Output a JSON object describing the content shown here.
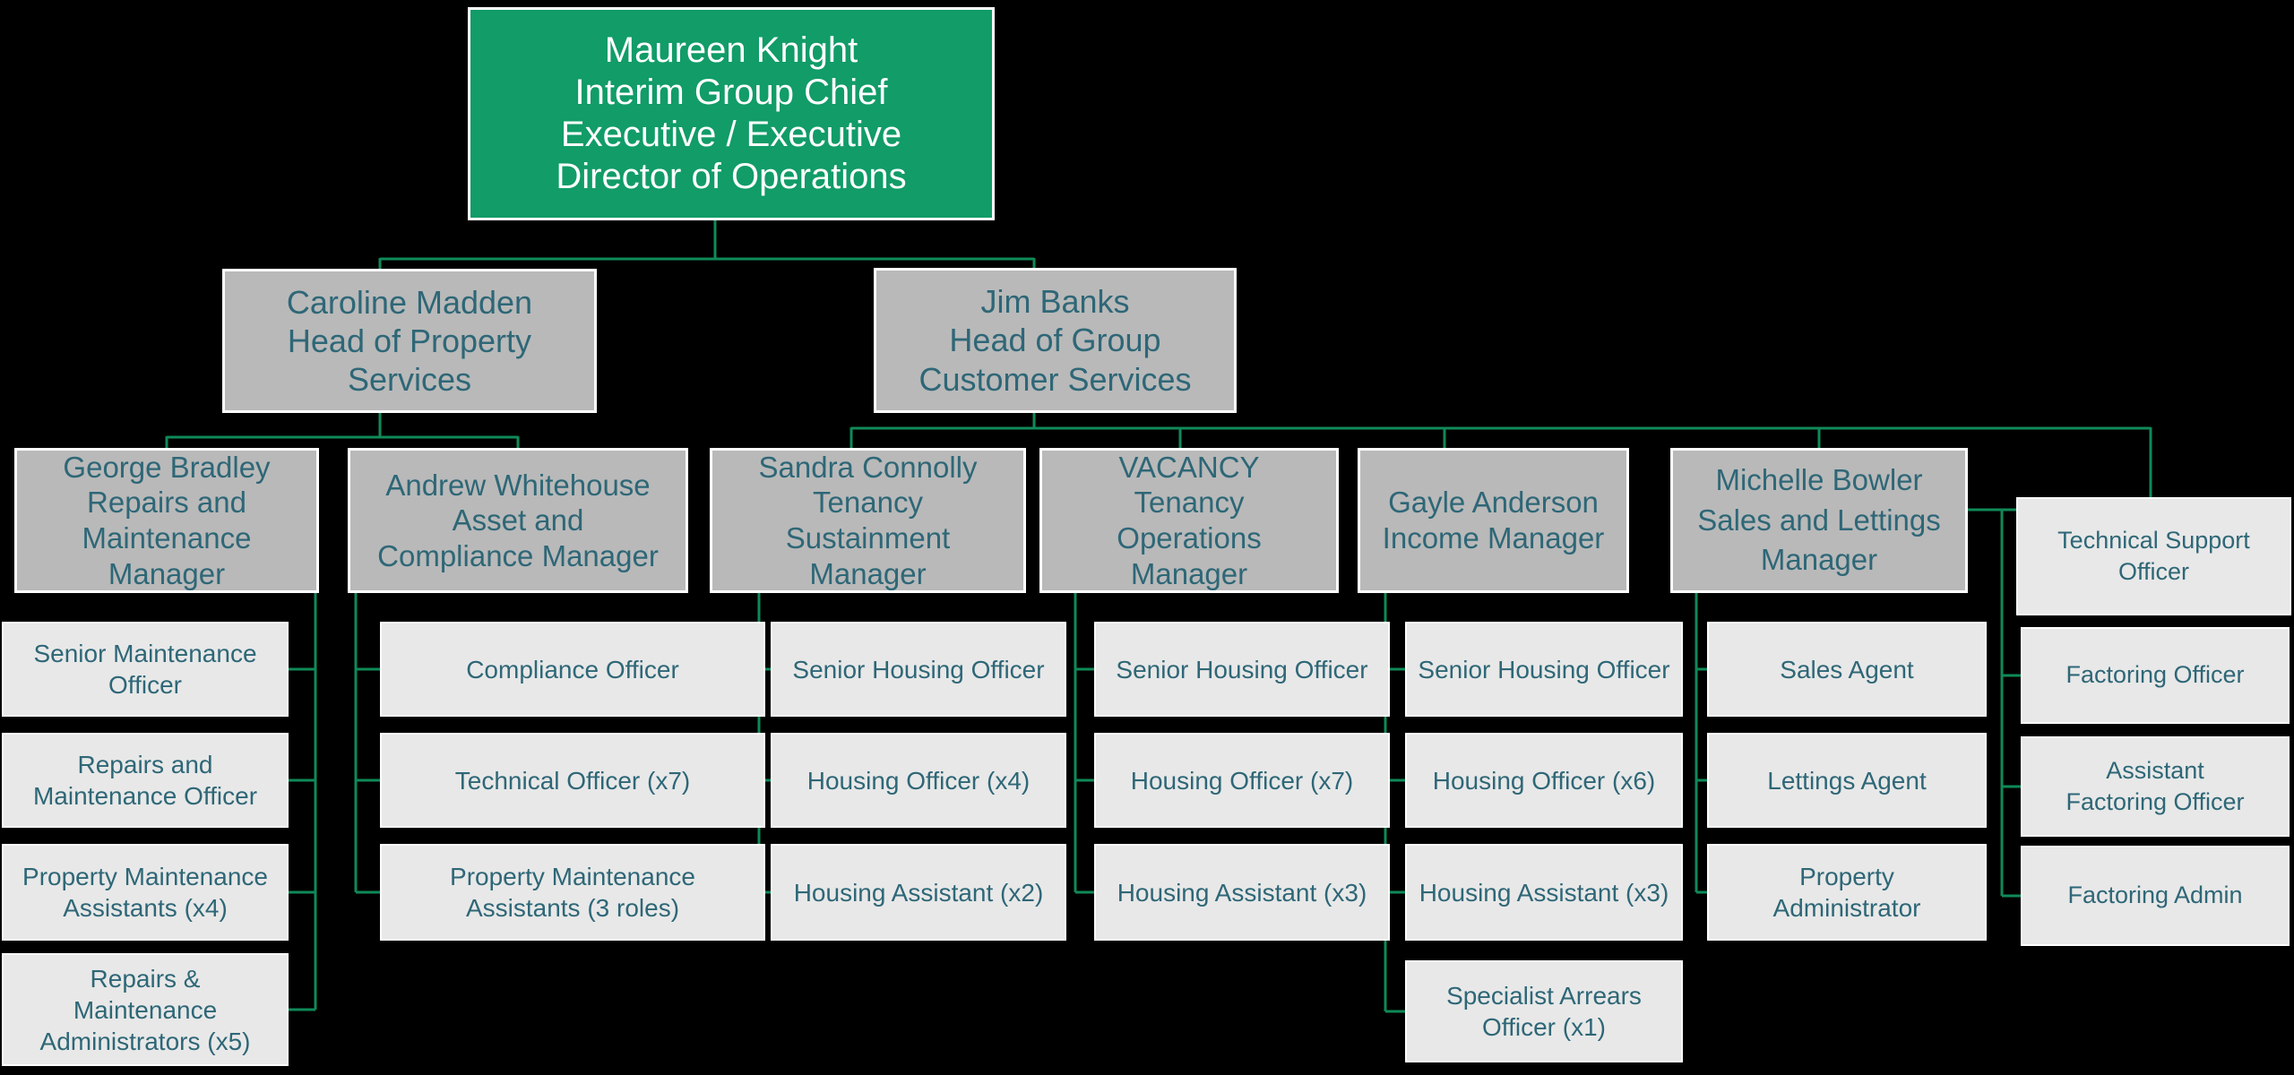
{
  "colors": {
    "background": "#000000",
    "executive_green": "#119c68",
    "connector_green": "#0f8a58",
    "manager_gray": "#b9b9b9",
    "staff_gray": "#e8e8e8",
    "text_teal": "#2e6777",
    "box_border": "#ffffff"
  },
  "nodes": {
    "maureen": "Maureen Knight\nInterim Group Chief\nExecutive / Executive\nDirector of Operations",
    "caroline": "Caroline Madden\nHead of Property\nServices",
    "jim": "Jim Banks\nHead of Group\nCustomer Services",
    "george": "George Bradley\nRepairs and\nMaintenance\nManager",
    "andrew": "Andrew Whitehouse\nAsset and\nCompliance Manager",
    "sandra": "Sandra Connolly\nTenancy\nSustainment\nManager",
    "vacancy": "VACANCY\nTenancy\nOperations\nManager",
    "gayle": "Gayle Anderson\nIncome Manager",
    "michelle": "Michelle Bowler\nSales and Lettings\nManager",
    "tech_support_officer": "Technical Support\nOfficer",
    "senior_maintenance_officer": "Senior Maintenance\nOfficer",
    "repairs_maintenance_officer": "Repairs and\nMaintenance Officer",
    "property_maintenance_assistants_x4": "Property Maintenance\nAssistants (x4)",
    "repairs_maintenance_administrators_x5": "Repairs &\nMaintenance\nAdministrators (x5)",
    "compliance_officer": "Compliance Officer",
    "technical_officer_x7": "Technical Officer (x7)",
    "property_maintenance_assistants_3_roles": "Property Maintenance\nAssistants (3 roles)",
    "senior_housing_officer_1": "Senior Housing Officer",
    "housing_officer_x4": "Housing Officer (x4)",
    "housing_assistant_x2": "Housing Assistant (x2)",
    "senior_housing_officer_2": "Senior Housing Officer",
    "housing_officer_x7": "Housing Officer (x7)",
    "housing_assistant_x3_tenancy": "Housing Assistant (x3)",
    "senior_housing_officer_3": "Senior Housing Officer",
    "housing_officer_x6": "Housing Officer (x6)",
    "housing_assistant_x3_income": "Housing Assistant (x3)",
    "specialist_arrears_officer_x1": "Specialist Arrears\nOfficer (x1)",
    "sales_agent": "Sales Agent",
    "lettings_agent": "Lettings Agent",
    "property_administrator": "Property\nAdministrator",
    "factoring_officer": "Factoring Officer",
    "assistant_factoring_officer": "Assistant\nFactoring Officer",
    "factoring_admin": "Factoring Admin"
  }
}
